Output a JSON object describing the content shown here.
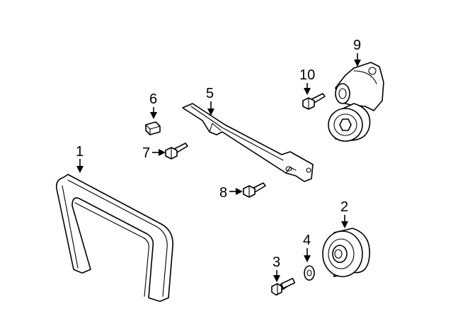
{
  "callouts": {
    "c1": "1",
    "c2": "2",
    "c3": "3",
    "c4": "4",
    "c5": "5",
    "c6": "6",
    "c7": "7",
    "c8": "8",
    "c9": "9",
    "c10": "10"
  },
  "colors": {
    "line": "#000000",
    "fill": "#ffffff"
  }
}
